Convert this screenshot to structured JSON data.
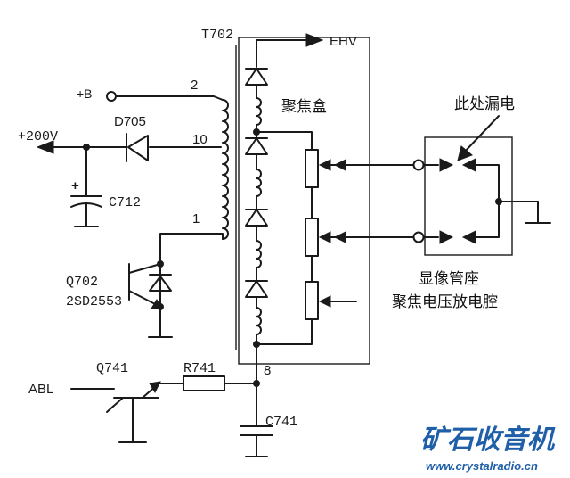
{
  "labels": {
    "t702": "T702",
    "ehv": "EHV",
    "plus_b": "+B",
    "pin2": "2",
    "pin10": "10",
    "pin1": "1",
    "pin8": "8",
    "plus200v": "+200V",
    "d705": "D705",
    "c712": "C712",
    "c712_plus": "+",
    "q702": "Q702",
    "q702_part": "2SD2553",
    "focus_box": "聚焦盒",
    "leak_here": "此处漏电",
    "socket": "显像管座",
    "focus_chamber": "聚焦电压放电腔",
    "abl": "ABL",
    "q741": "Q741",
    "r741": "R741",
    "c741": "C741"
  },
  "watermark": {
    "brand": "矿石收音机",
    "url": "www.crystalradio.cn",
    "color": "#1f5fa8"
  }
}
